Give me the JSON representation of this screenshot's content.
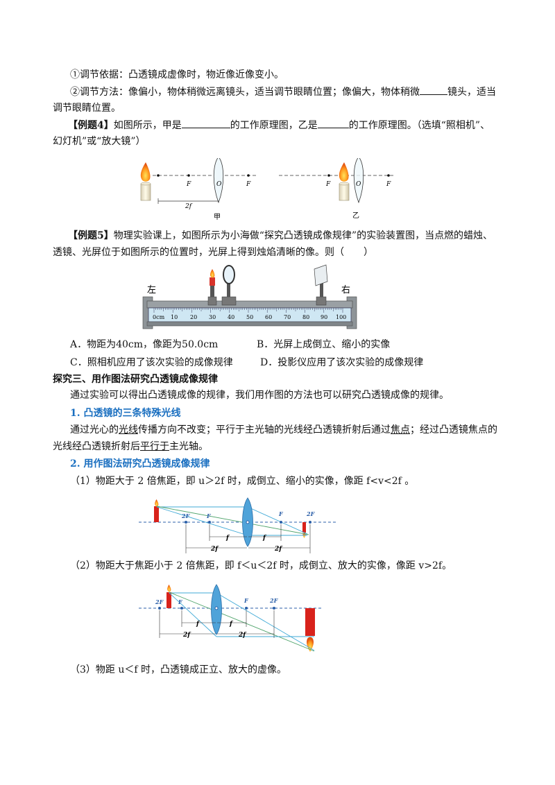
{
  "adjust": {
    "basis": "①调节依据：凸透镜成虚像时，物近像近像变小。",
    "method_a": "②调节方法：像偏小，物体稍微远离镜头，适当调节眼睛位置；像偏大，物体稍微",
    "method_b": "镜头，适当",
    "method_c": "调节眼睛位置。"
  },
  "ex4": {
    "tag": "【例题4】",
    "t1": "如图所示，甲是",
    "t2": "的工作原理图，乙是",
    "t3": "的工作原理图。（选填“照相机”、",
    "t4": "幻灯机”或“放大镜”）",
    "fig": {
      "F": "F",
      "O": "O",
      "twoF": "2f",
      "label_a": "甲",
      "label_b": "乙"
    }
  },
  "ex5": {
    "tag": "【例题5】",
    "t1": "物理实验课上，如图所示为小海做“探究凸透镜成像规律”的实验装置图，当点燃的蜡烛、",
    "t2": "透镜、光屏位于如图所示的位置时，光屏上得到烛焰清晰的像。则（　　）",
    "bench": {
      "left": "左",
      "right": "右",
      "ticks": [
        "0cm",
        "10",
        "20",
        "30",
        "40",
        "50",
        "60",
        "70",
        "80",
        "90",
        "100"
      ]
    },
    "options": {
      "a": "A．物距为40cm，像距为50.0cm",
      "b": "B．光屏上成倒立、缩小的实像",
      "c": "C．照相机应用了该次实验的成像规律",
      "d": "D．投影仪应用了该次实验的成像规律"
    }
  },
  "s3": {
    "title": "探究三、用作图法研究凸透镜成像规律",
    "intro": "通过实验可以得出凸透镜成像的规律，我们用作图的方法也可以研究凸透镜成像的规律。",
    "h1": "1. 凸透镜的三条特殊光线",
    "rays_a1": "通过光心的",
    "rays_u1": "光线",
    "rays_a2": "传播方向不改变；平行于主光轴的光线经凸透镜折射后通过",
    "rays_u2": "焦点",
    "rays_a3": "；经过凸透镜焦点的",
    "rays_b1": "光线经凸透镜折射后",
    "rays_u3": "平行于",
    "rays_b2": "主光轴。",
    "h2": "2. 用作图法研究凸透镜成像规律",
    "c1": "（1）物距大于 2 倍焦距，即 u＞2f 时，成倒立、缩小的实像，像距 f<v<2f 。",
    "c2": "（2）物距大于焦距小于 2 倍焦距，即 f＜u＜2f 时，成倒立、放大的实像，像距 v>2f。",
    "c3": "（3）物距 u＜f 时，凸透镜成正立、放大的虚像。",
    "fig": {
      "F": "F",
      "twoF": "2F",
      "f": "f",
      "twof": "2f"
    }
  }
}
